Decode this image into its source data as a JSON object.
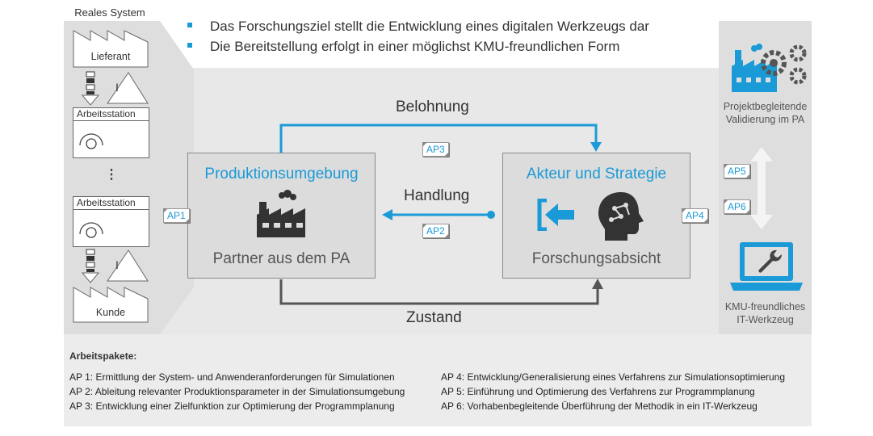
{
  "bullets": [
    "Das Forschungsziel stellt die Entwicklung eines digitalen Werkzeugs dar",
    "Die Bereitstellung erfolgt in einer möglichst KMU-freundlichen Form"
  ],
  "left_panel": {
    "title": "Reales System",
    "supplier": "Lieferant",
    "station_1": "Arbeitsstation",
    "station_2": "Arbeitsstation",
    "ellipsis": "⋮",
    "customer": "Kunde",
    "triangle_symbol": "I"
  },
  "production_box": {
    "title": "Produktionsumgebung",
    "subtitle": "Partner aus dem PA"
  },
  "agent_box": {
    "title": "Akteur und Strategie",
    "subtitle": "Forschungsabsicht"
  },
  "arrows": {
    "reward": "Belohnung",
    "action": "Handlung",
    "state": "Zustand"
  },
  "work_package_tags": {
    "ap1": "AP1",
    "ap2": "AP2",
    "ap3": "AP3",
    "ap4": "AP4",
    "ap5": "AP5",
    "ap6": "AP6"
  },
  "right_panel": {
    "validation_line1": "Projektbegleitende",
    "validation_line2": "Validierung im PA",
    "tool_line1": "KMU-freundliches",
    "tool_line2": "IT-Werkzeug"
  },
  "legend": {
    "heading": "Arbeitspakete:",
    "left": [
      "AP 1: Ermittlung der System- und Anwenderanforderungen für Simulationen",
      "AP 2: Ableitung relevanter Produktionsparameter in der Simulationsumgebung",
      "AP 3: Entwicklung einer Zielfunktion zur Optimierung der Programmplanung"
    ],
    "right": [
      "AP 4: Entwicklung/Generalisierung eines Verfahrens zur Simulationsoptimierung",
      "AP 5: Einführung und Optimierung des Verfahrens zur Programmplanung",
      "AP 6: Vorhabenbegleitende Überführung der Methodik in ein IT-Werkzeug"
    ]
  },
  "colors": {
    "accent": "#1a9ad6",
    "panel": "#e6e6e6",
    "box": "#dcdcdc"
  }
}
